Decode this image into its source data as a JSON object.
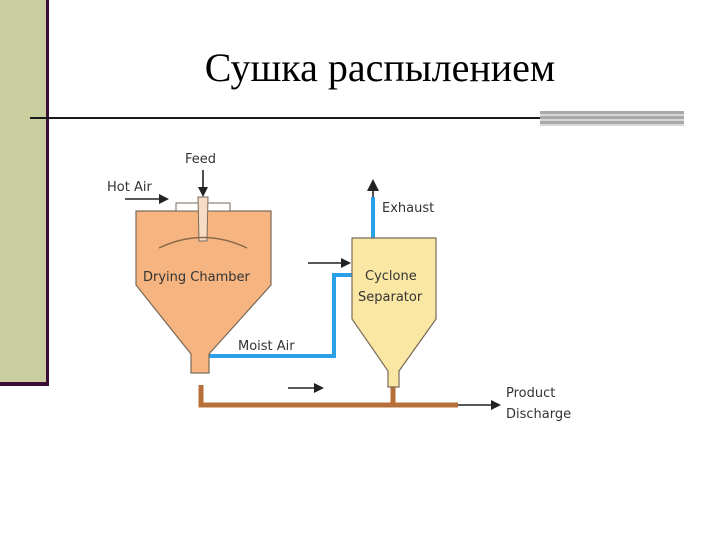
{
  "slide": {
    "title": "Сушка распылением"
  },
  "diagram": {
    "labels": {
      "feed": "Feed",
      "hot_air": "Hot Air",
      "drying_chamber": "Drying Chamber",
      "exhaust": "Exhaust",
      "cyclone_line1": "Cyclone",
      "cyclone_line2": "Separator",
      "moist_air": "Moist Air",
      "product_line1": "Product",
      "product_line2": "Discharge"
    },
    "colors": {
      "drying_chamber": "#f5b480",
      "cyclone": "#fae7a4",
      "air_duct": "#2ba0e6",
      "product_pipe": "#b76f3a",
      "outline": "#7a6a58"
    }
  }
}
